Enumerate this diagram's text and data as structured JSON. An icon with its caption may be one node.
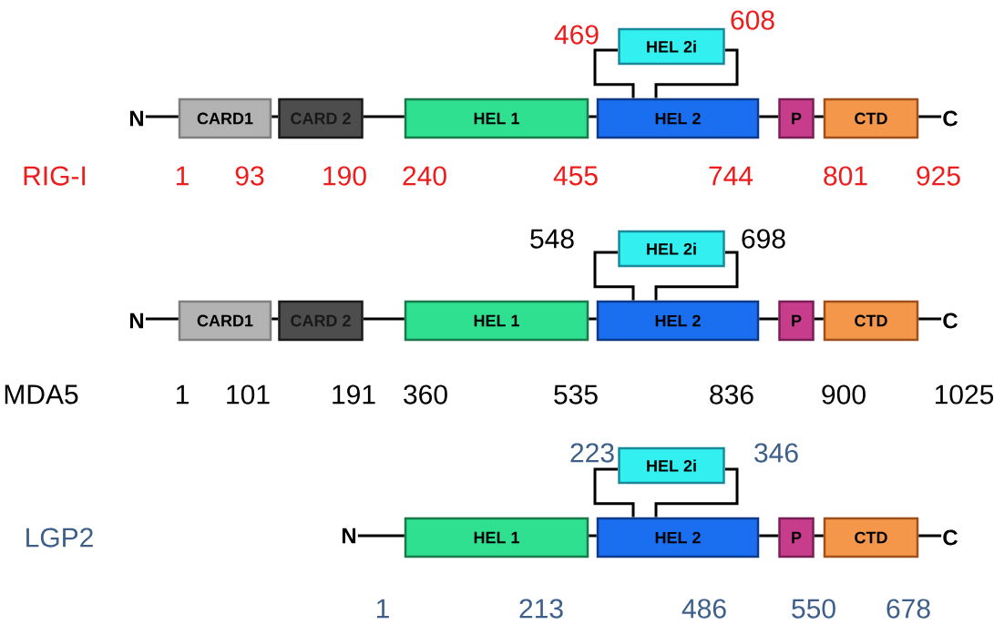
{
  "diagram": {
    "nodes": [
      {
        "text": [
          "HEL 2i"
        ]
      },
      {
        "text": [
          "N"
        ]
      },
      {
        "text": [
          "CARD1"
        ]
      },
      {
        "text": [
          "CARD 2"
        ]
      },
      {
        "text": [
          "HEL 1"
        ]
      },
      {
        "text": [
          "HEL 2"
        ]
      },
      {
        "text": [
          "P"
        ]
      },
      {
        "text": [
          "CTD"
        ]
      },
      {
        "text": [
          "C"
        ]
      },
      {
        "text": [
          "HEL 2i"
        ]
      },
      {
        "text": [
          "N"
        ]
      },
      {
        "text": [
          "CARD1"
        ]
      },
      {
        "text": [
          "CARD 2"
        ]
      },
      {
        "text": [
          "HEL 1"
        ]
      },
      {
        "text": [
          "HEL 2"
        ]
      },
      {
        "text": [
          "P"
        ]
      },
      {
        "text": [
          "CTD"
        ]
      },
      {
        "text": [
          "C"
        ]
      },
      {
        "text": [
          "HEL 2i"
        ]
      },
      {
        "text": [
          "N"
        ]
      },
      {
        "text": [
          "HEL 1"
        ]
      },
      {
        "text": [
          "HEL 2"
        ]
      },
      {
        "text": [
          "P"
        ]
      },
      {
        "text": [
          "CTD"
        ]
      },
      {
        "text": [
          "C"
        ]
      }
    ],
    "edges": [
      {
        "from": 1,
        "to": 2,
        "arrow": "none"
      },
      {
        "from": 2,
        "to": 3,
        "arrow": "none"
      },
      {
        "from": 3,
        "to": 4,
        "arrow": "none"
      },
      {
        "from": 4,
        "to": 5,
        "arrow": "none"
      },
      {
        "from": 5,
        "to": 6,
        "arrow": "none"
      },
      {
        "from": 6,
        "to": 7,
        "arrow": "none"
      },
      {
        "from": 7,
        "to": 8,
        "arrow": "none"
      },
      {
        "from": 5,
        "to": 0,
        "arrow": "none"
      },
      {
        "from": 5,
        "to": 0,
        "arrow": "none"
      },
      {
        "from": 10,
        "to": 11,
        "arrow": "none"
      },
      {
        "from": 11,
        "to": 12,
        "arrow": "none"
      },
      {
        "from": 12,
        "to": 13,
        "arrow": "none"
      },
      {
        "from": 13,
        "to": 14,
        "arrow": "none"
      },
      {
        "from": 14,
        "to": 15,
        "arrow": "none"
      },
      {
        "from": 15,
        "to": 16,
        "arrow": "none"
      },
      {
        "from": 16,
        "to": 17,
        "arrow": "none"
      },
      {
        "from": 14,
        "to": 9,
        "arrow": "none"
      },
      {
        "from": 14,
        "to": 9,
        "arrow": "none"
      },
      {
        "from": 19,
        "to": 20,
        "arrow": "none"
      },
      {
        "from": 20,
        "to": 21,
        "arrow": "none"
      },
      {
        "from": 21,
        "to": 22,
        "arrow": "none"
      },
      {
        "from": 22,
        "to": 23,
        "arrow": "none"
      },
      {
        "from": 23,
        "to": 24,
        "arrow": "none"
      },
      {
        "from": 21,
        "to": 18,
        "arrow": "none"
      },
      {
        "from": 21,
        "to": 18,
        "arrow": "none"
      }
    ],
    "labels": [
      "469",
      "608",
      "RIG-I",
      "1",
      "93",
      "190",
      "240",
      "455",
      "744",
      "801",
      "925",
      "548",
      "698",
      "MDA5",
      "1",
      "101",
      "191",
      "360",
      "535",
      "836",
      "900",
      "1025",
      "223",
      "346",
      "LGP2",
      "1",
      "213",
      "486",
      "550",
      "678"
    ]
  }
}
